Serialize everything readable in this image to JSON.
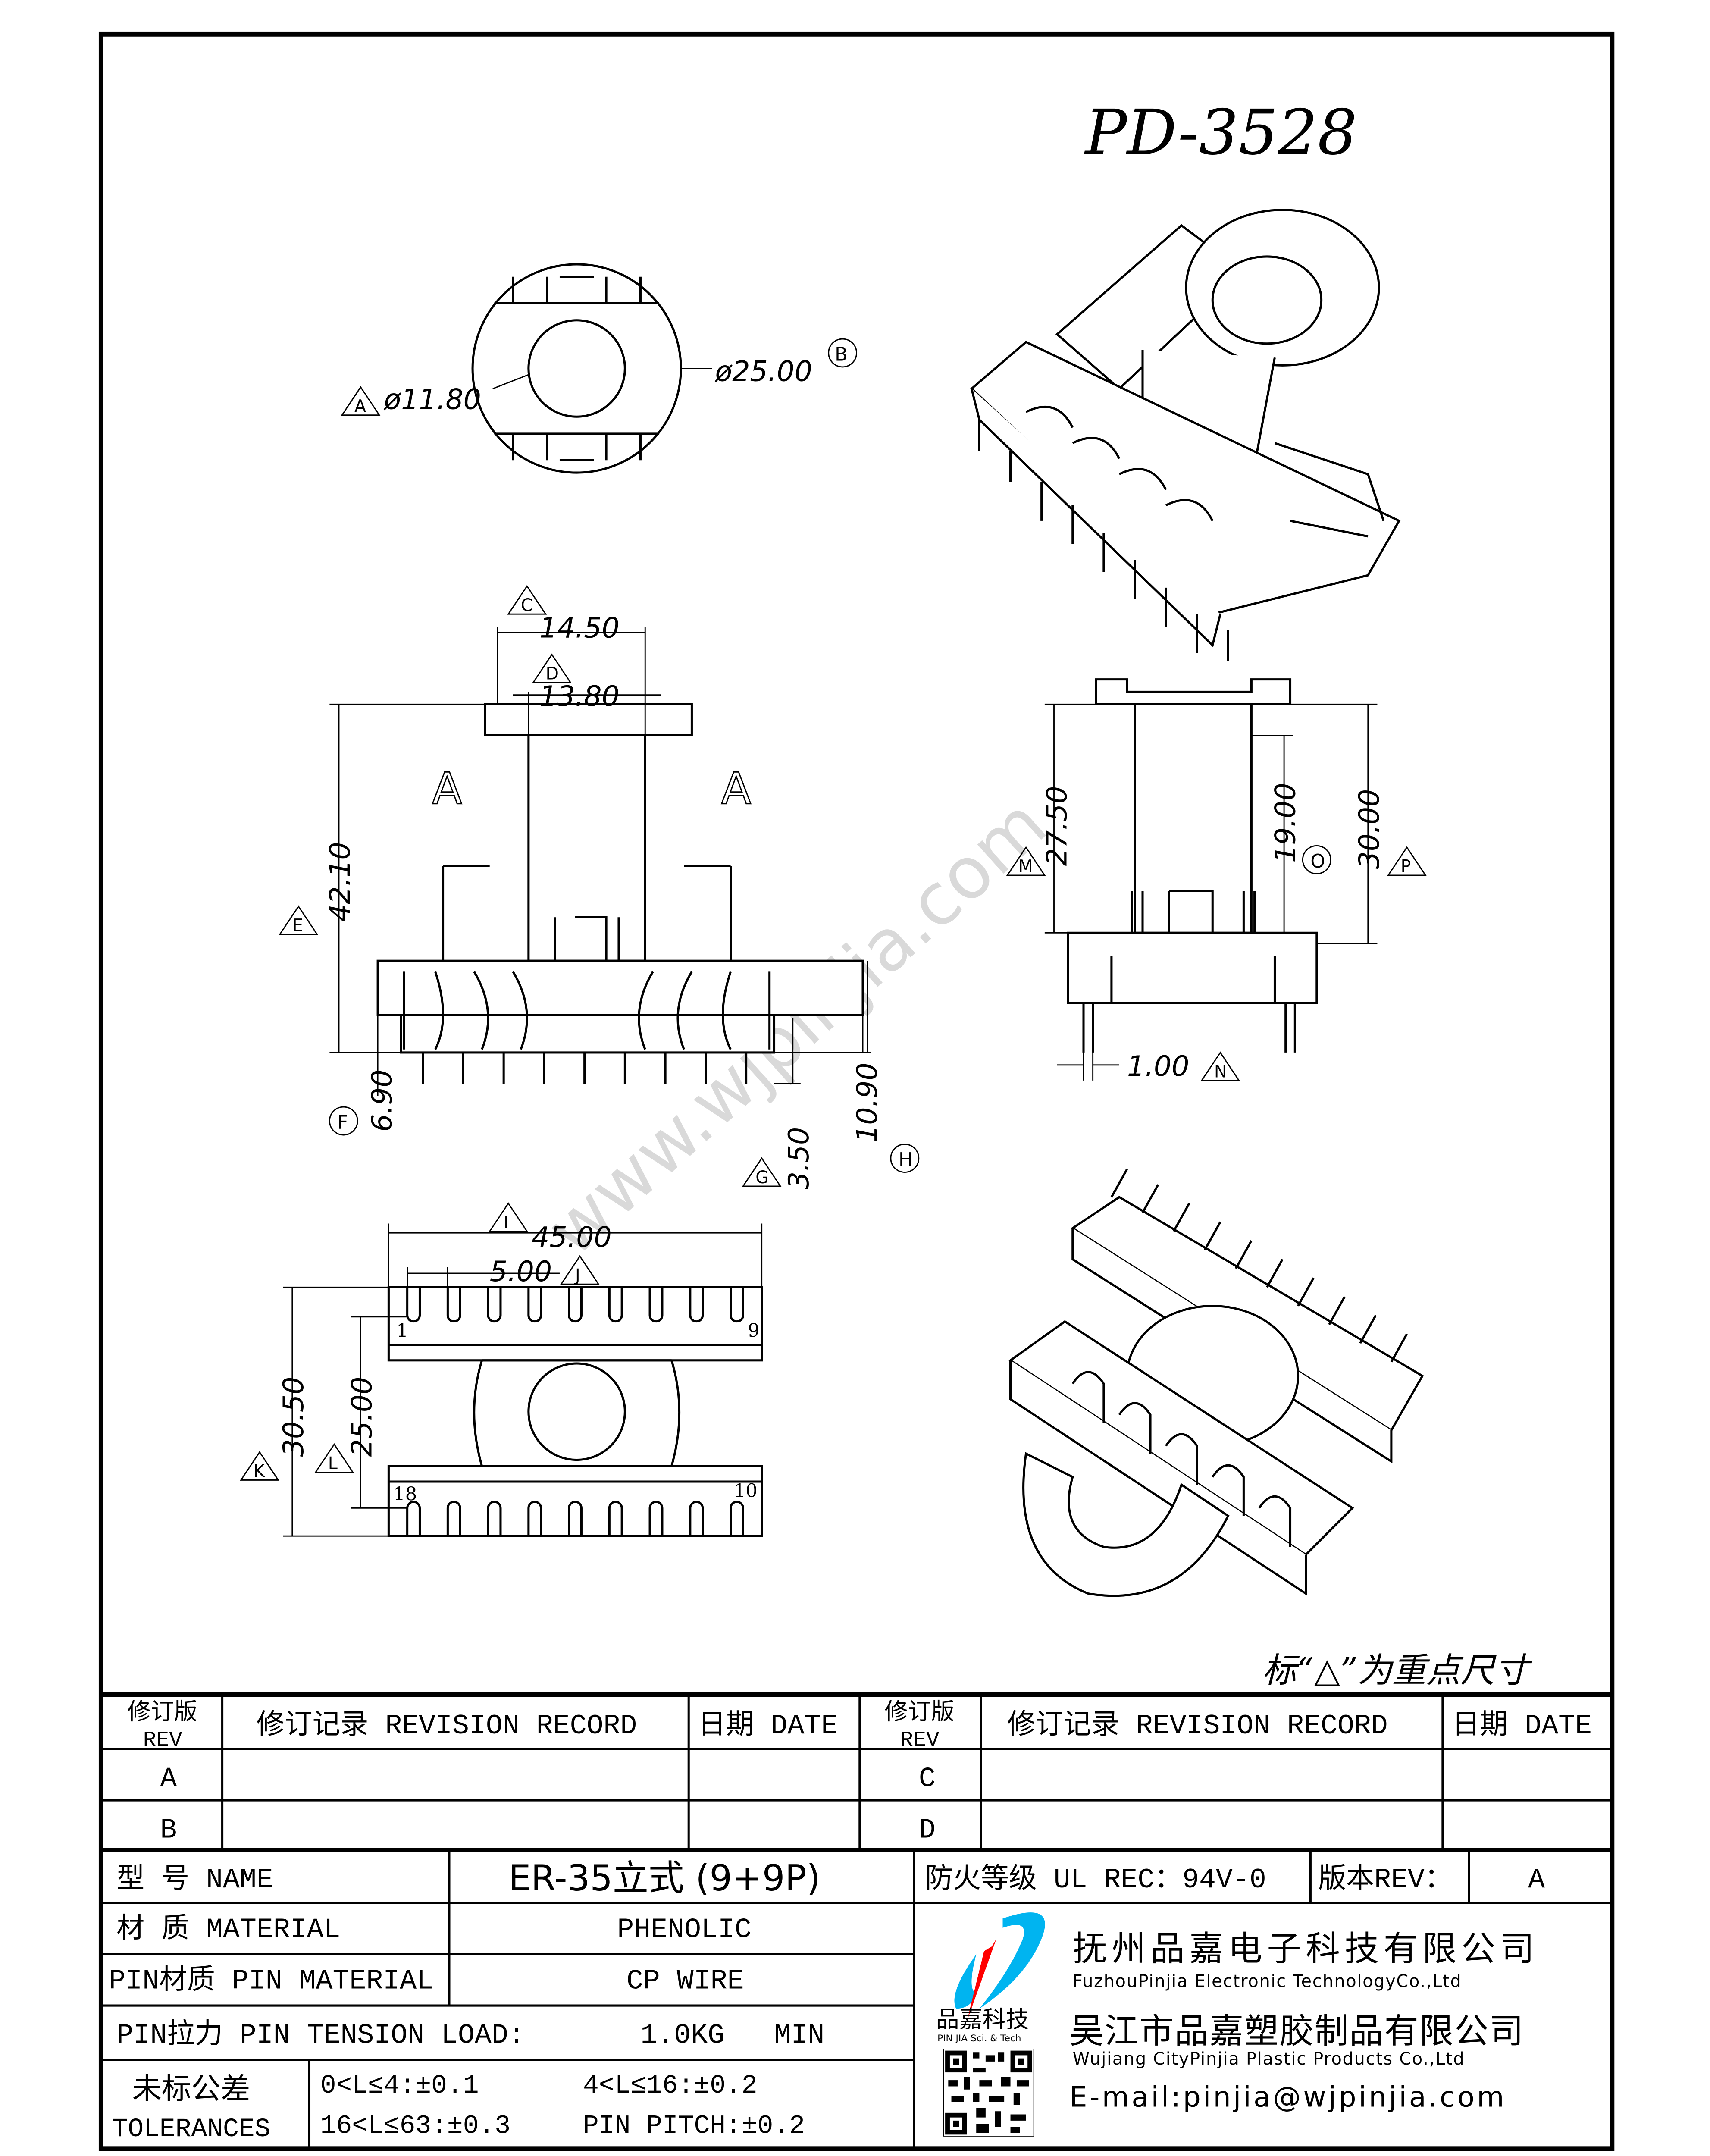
{
  "drawing": {
    "part_number": "PD-3528",
    "key_dim_note": "标“△”为重点尺寸",
    "watermark": "www.wjpinjia.com",
    "view_labels": {
      "section_left": "A",
      "section_right": "A"
    },
    "dimensions": {
      "inner_dia": "ø11.80",
      "outer_dia": "ø25.00",
      "d_14_50": "14.50",
      "d_13_80": "13.80",
      "d_42_10": "42.10",
      "d_6_90": "6.90",
      "d_3_50": "3.50",
      "d_10_90": "10.90",
      "d_27_50": "27.50",
      "d_19_00": "19.00",
      "d_30_00": "30.00",
      "d_1_00": "1.00",
      "d_45_00": "45.00",
      "d_5_00": "5.00",
      "d_30_50": "30.50",
      "d_25_00": "25.00"
    },
    "markers": {
      "A": "A",
      "B": "B",
      "C": "C",
      "D": "D",
      "E": "E",
      "F": "F",
      "G": "G",
      "H": "H",
      "I": "I",
      "J": "J",
      "K": "K",
      "L": "L",
      "M": "M",
      "N": "N",
      "O": "O",
      "P": "P"
    },
    "pin_numbers": {
      "p1": "1",
      "p9": "9",
      "p18": "18",
      "p10": "10"
    }
  },
  "revision_table": {
    "rev_header_cn": "修订版",
    "rev_header_en": "REV",
    "record_header": "修订记录 REVISION RECORD",
    "date_header": "日期 DATE",
    "rows_left": [
      "A",
      "B"
    ],
    "rows_right": [
      "C",
      "D"
    ]
  },
  "title_block": {
    "name_label": "型 号 NAME",
    "name_value": "ER-35立式 (9+9P)",
    "fire_rating": "防火等级 UL REC：94V-0",
    "version_label": "版本REV：",
    "version_value": "A",
    "material_label": "材 质 MATERIAL",
    "material_value": "PHENOLIC",
    "pin_material_label": "PIN材质 PIN MATERIAL",
    "pin_material_value": "CP WIRE",
    "tension_label": "PIN拉力 PIN TENSION LOAD:",
    "tension_value": "1.0KG",
    "tension_unit": "MIN",
    "tolerance_label_cn": "未标公差",
    "tolerance_label_en": "TOLERANCES",
    "tol_1": "0<L≤4:±0.1",
    "tol_2": "4<L≤16:±0.2",
    "tol_3": "16<L≤63:±0.3",
    "tol_4": "PIN PITCH:±0.2"
  },
  "company": {
    "logo_text_cn": "品嘉科技",
    "logo_text_en": "PIN JIA Sci. & Tech",
    "name1_cn": "抚州品嘉电子科技有限公司",
    "name1_en": "FuzhouPinjia Electronic TechnologyCo.,Ltd",
    "name2_cn": "吴江市品嘉塑胶制品有限公司",
    "name2_en": "Wujiang CityPinjia  Plastic Products Co.,Ltd",
    "email": "E-mail:pinjia@wjpinjia.com",
    "colors": {
      "logo_blue": "#00b4f0",
      "logo_red": "#ff0000"
    }
  }
}
